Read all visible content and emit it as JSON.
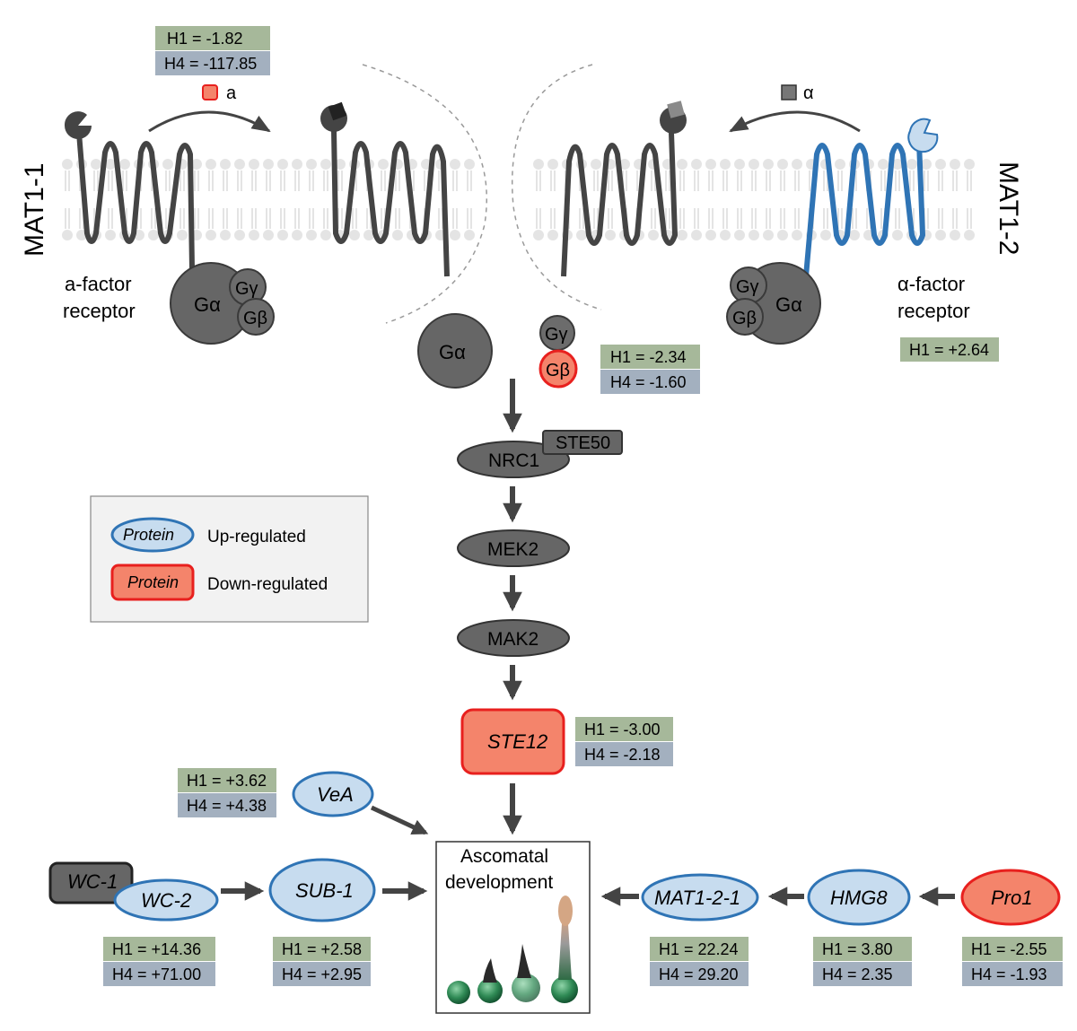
{
  "labels": {
    "mat1_1": "MAT1-1",
    "mat1_2": "MAT1-2",
    "a_factor_receptor": [
      "a-factor",
      "receptor"
    ],
    "alpha_factor_receptor": [
      "α-factor",
      "receptor"
    ],
    "a_ligand": "a",
    "alpha_ligand": "α"
  },
  "g_protein": {
    "alpha": "Gα",
    "gamma": "Gγ",
    "beta": "Gβ"
  },
  "pathway": {
    "nrc1": "NRC1",
    "ste50": "STE50",
    "mek2": "MEK2",
    "mak2": "MAK2",
    "ste12": "STE12",
    "vea": "VeA",
    "wc1": "WC-1",
    "wc2": "WC-2",
    "sub1": "SUB-1",
    "mat121": "MAT1-2-1",
    "hmg8": "HMG8",
    "pro1": "Pro1",
    "ascomatal": [
      "Ascomatal",
      "development"
    ]
  },
  "legend": {
    "protein": "Protein",
    "up": "Up-regulated",
    "down": "Down-regulated"
  },
  "values": {
    "a_factor": {
      "h1": "H1 = -1.82",
      "h4": "H4 = -117.85"
    },
    "alpha_factor": {
      "h1": "H1 = +2.64"
    },
    "gbeta": {
      "h1": "H1 = -2.34",
      "h4": "H4 = -1.60"
    },
    "ste12": {
      "h1": "H1 = -3.00",
      "h4": "H4 = -2.18"
    },
    "vea": {
      "h1": "H1 = +3.62",
      "h4": "H4 = +4.38"
    },
    "wc2": {
      "h1": "H1 = +14.36",
      "h4": "H4 = +71.00"
    },
    "sub1": {
      "h1": "H1 = +2.58",
      "h4": "H4 = +2.95"
    },
    "mat121": {
      "h1": "H1 = 22.24",
      "h4": "H4 = 29.20"
    },
    "hmg8": {
      "h1": "H1 = 3.80",
      "h4": "H4 = 2.35"
    },
    "pro1": {
      "h1": "H1 = -2.55",
      "h4": "H4 = -1.93"
    }
  },
  "colors": {
    "up_fill": "#c7dcef",
    "up_stroke": "#2f74b5",
    "down_fill": "#f4846b",
    "down_stroke": "#e8201e",
    "h1_box": "#a6b89a",
    "h4_box": "#a3b0bf",
    "dark": "#444444",
    "mid": "#777777",
    "receptor_blue": "#2f74b5"
  }
}
